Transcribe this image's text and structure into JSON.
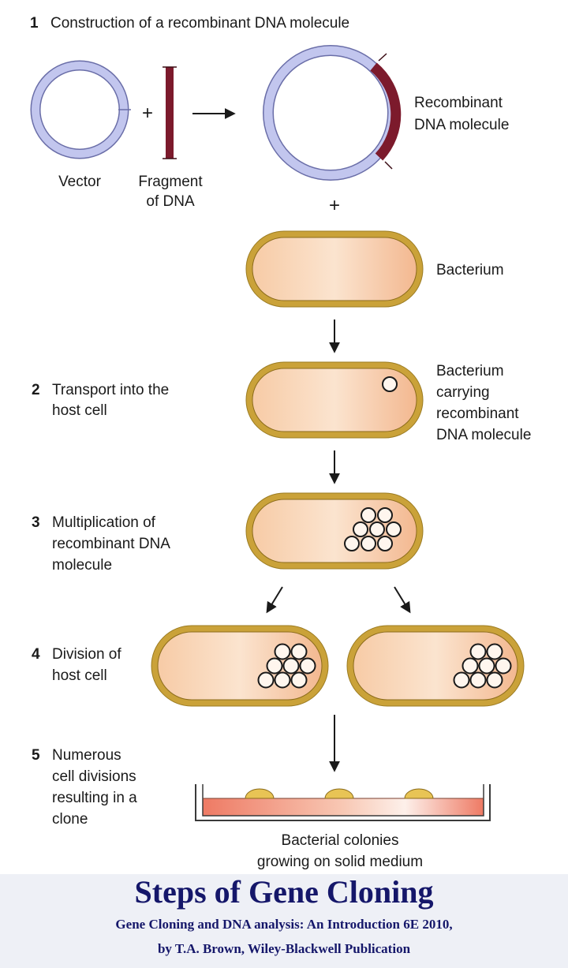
{
  "steps": [
    {
      "number": "1",
      "lines": [
        "Construction of a recombinant DNA molecule"
      ]
    },
    {
      "number": "2",
      "lines": [
        "Transport into the",
        "host cell"
      ]
    },
    {
      "number": "3",
      "lines": [
        "Multiplication of",
        "recombinant DNA",
        "molecule"
      ]
    },
    {
      "number": "4",
      "lines": [
        "Division of",
        "host cell"
      ]
    },
    {
      "number": "5",
      "lines": [
        "Numerous",
        "cell divisions",
        "resulting in a",
        "clone"
      ]
    }
  ],
  "labels": {
    "vector": "Vector",
    "fragment": [
      "Fragment",
      "of DNA"
    ],
    "recombinant": [
      "Recombinant",
      "DNA molecule"
    ],
    "bacterium": "Bacterium",
    "bacterium_carrying": [
      "Bacterium",
      "carrying",
      "recombinant",
      "DNA molecule"
    ],
    "colonies": [
      "Bacterial colonies",
      "growing on solid medium"
    ],
    "plus": "+"
  },
  "footer": {
    "title": "Steps of Gene Cloning",
    "reference_line1": "Gene Cloning and DNA analysis: An Introduction  6E 2010,",
    "reference_line2": "by T.A. Brown, Wiley-Blackwell Publication"
  },
  "colors": {
    "vector": "#b4b8e8",
    "fragment": "#7c1a2c",
    "cell_border": "#c8a23a",
    "cell_fill": "#f6c8a0",
    "dish_medium": "#f08a70",
    "footer_bg": "#eef0f6",
    "footer_text": "#15176a"
  }
}
